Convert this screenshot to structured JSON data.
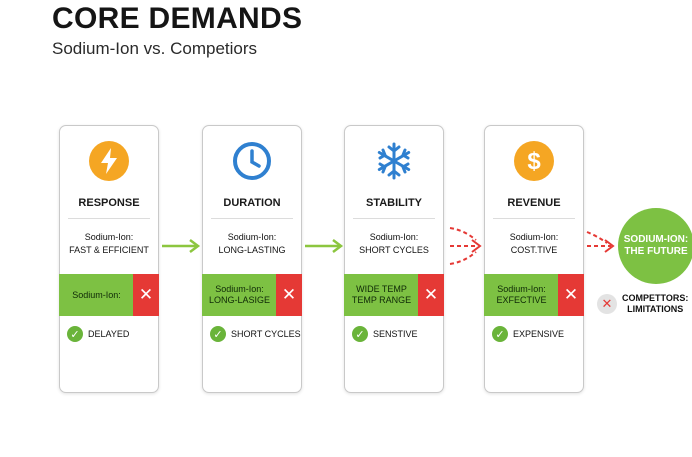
{
  "header": {
    "title": "CORE DEMANDS",
    "subtitle": "Sodium-Ion vs. Competiors"
  },
  "cards": [
    {
      "icon": "lightning-bolt-icon",
      "icon_color": "#f5a623",
      "heading": "RESPONSE",
      "desc_line1": "Sodium-Ion:",
      "desc_line2": "FAST & EFFICIENT",
      "band_line1": "Sodium-Ion:",
      "band_line2": "",
      "band_mark": "✕",
      "status_mark": "✓",
      "status": "DELAYED"
    },
    {
      "icon": "clock-icon",
      "icon_color": "#2f80d0",
      "heading": "DURATION",
      "desc_line1": "Sodium-Ion:",
      "desc_line2": "LONG-LASTING",
      "band_line1": "Sodium-Ion:",
      "band_line2": "LONG-LASIGE",
      "band_mark": "✕",
      "status_mark": "✓",
      "status": "SHORT CYCLES"
    },
    {
      "icon": "snowflake-icon",
      "icon_color": "#2f80d0",
      "heading": "STABILITY",
      "desc_line1": "Sodium-Ion:",
      "desc_line2": "SHORT CYCLES",
      "band_line1": "WIDE TEMP",
      "band_line2": "TEMP RANGE",
      "band_mark": "✕",
      "status_mark": "✓",
      "status": "SENSTIVE"
    },
    {
      "icon": "dollar-icon",
      "icon_color": "#f5a623",
      "heading": "REVENUE",
      "desc_line1": "Sodium-Ion:",
      "desc_line2": "COST.TIVE",
      "band_line1": "Sodium-Ion:",
      "band_line2": "EXFECTIVE",
      "band_mark": "✕",
      "status_mark": "✓",
      "status": "EXPENSIVE"
    }
  ],
  "outcome": {
    "line1": "SODIUM-ION:",
    "line2": "THE FUTURE"
  },
  "limitation": {
    "mark": "✕",
    "line1": "COMPETTORS:",
    "line2": "LIMITATIONS"
  },
  "colors": {
    "green": "#7dc143",
    "red": "#e53935",
    "arrow_green": "#8cc63f",
    "arrow_red": "#e53935"
  }
}
